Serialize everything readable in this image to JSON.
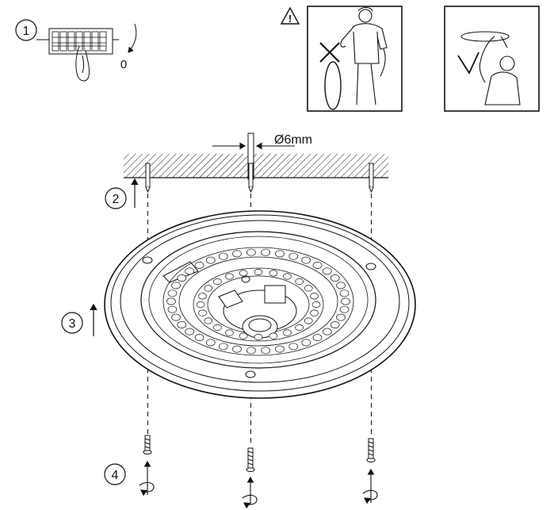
{
  "steps": {
    "step1": "1",
    "step2": "2",
    "step3": "3",
    "step4": "4"
  },
  "switch_position_label": "0",
  "warning_symbol": "!",
  "drill_diameter_label": "Ø6mm",
  "icons": {
    "warning": "warning-triangle-icon",
    "wrong_way": "incorrect-lifting-icon",
    "right_way": "correct-lifting-icon",
    "breaker": "circuit-breaker-icon"
  },
  "colors": {
    "line": "#111111",
    "background": "#ffffff"
  }
}
